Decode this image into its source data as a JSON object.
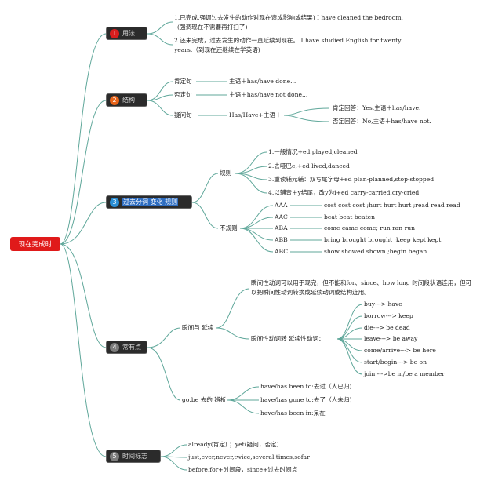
{
  "root": {
    "label": "现在完成时"
  },
  "branches": [
    {
      "num": "1",
      "label": "用法",
      "color": "#d81e1e"
    },
    {
      "num": "2",
      "label": "结构",
      "color": "#e8641a"
    },
    {
      "num": "3",
      "label": "过去分词 变化 规则",
      "color": "#2b8fd6"
    },
    {
      "num": "4",
      "label": "常有点",
      "color": "#7d7d7d"
    },
    {
      "num": "5",
      "label": "时间标志",
      "color": "#7d7d7d"
    }
  ],
  "usage": {
    "item1_line1": "1.已完成,强调过去发生的动作对现在造成影响或结果)    I have cleaned the bedroom.",
    "item1_line2": "(强调现在不需要再打扫了)",
    "item2_line1": "2.还未完成，过去发生的动作一直延续到现在。  I have studied English for twenty",
    "item2_line2": "years.（到现在还继续在学英语)"
  },
  "structure": {
    "affirmative": {
      "label": "肯定句",
      "value": "主语＋has/have done..."
    },
    "negative": {
      "label": "否定句",
      "value": "主语＋has/have not done..."
    },
    "question": {
      "label": "疑问句",
      "value": "Has/Have+主语＋"
    },
    "answer_yes": "肯定回答：Yes,主语＋has/have.",
    "answer_no": "否定回答：No,主语＋has/have not."
  },
  "participle": {
    "regular_label": "规则",
    "regular_items": [
      "1.一般情况+ed played,cleaned",
      "2.去哑巴e,+ed lived,danced",
      "3.重读辅元辅：双写尾字母+ed plan-planned,stop-stopped",
      "4.以辅音＋y结尾，改y为i+ed carry-carried,cry-cried"
    ],
    "irregular_label": "不规则",
    "irregular_items": [
      {
        "pattern": "AAA",
        "example": "cost cost cost ;hurt hurt hurt ;read read read"
      },
      {
        "pattern": "AAC",
        "example": "beat beat beaten"
      },
      {
        "pattern": "ABA",
        "example": "come came come; run ran run"
      },
      {
        "pattern": "ABB",
        "example": "bring brought brought ;keep kept kept"
      },
      {
        "pattern": "ABC",
        "example": "show showed shown ;begin began"
      }
    ]
  },
  "common": {
    "instant_label": "瞬间与 延续",
    "instant_note_line1": "瞬间性动词可以用于现完，但不能和for、since、how long 时间段状语连用，但可",
    "instant_note_line2": "以把瞬间性动词转换成延续动词或结构连用。",
    "convert_label": "瞬间性动词转 延续性动词：",
    "conversions": [
      "buy---> have",
      "borrow---> keep",
      "die---> be dead",
      "leave---> be away",
      "come/arrive---> be here",
      "start/begin---> be on",
      "join --->be in/be a member"
    ],
    "gobe_label": "go,be 去的 辨析",
    "gobe_items": [
      "have/has been to:去过（人已归)",
      "have/has gone to:去了（人未归)",
      "have/has been in:呆在"
    ]
  },
  "time": {
    "items": [
      "already(肯定)    ；yet(疑问，否定)",
      "just,ever,never,twice,several times,sofar",
      "before,for+时间段，since+过去时间点"
    ]
  },
  "colors": {
    "line": "#5fa79a",
    "root_bg": "#e01a1a",
    "node_bg": "#2b2b2b"
  }
}
